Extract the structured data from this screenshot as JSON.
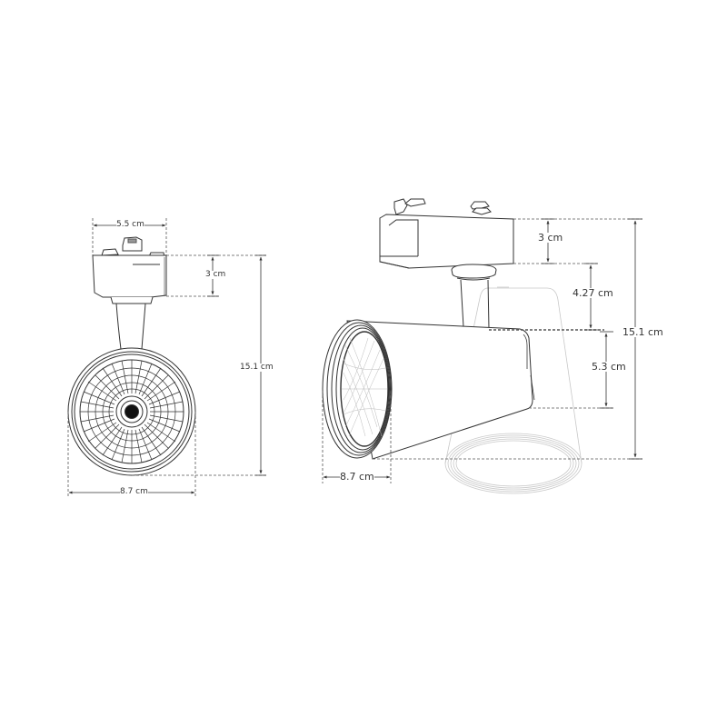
{
  "diagram": {
    "type": "technical-dimension-drawing",
    "subject": "LED track spotlight",
    "views": [
      {
        "name": "front-view",
        "dimensions": {
          "adapter_width": "5.5 cm",
          "adapter_height": "3 cm",
          "total_height": "15.1 cm",
          "head_diameter": "8.7 cm"
        }
      },
      {
        "name": "side-view",
        "dimensions": {
          "adapter_height": "3 cm",
          "stem_height": "4.27 cm",
          "body_height": "5.3 cm",
          "total_height": "15.1 cm",
          "head_depth": "8.7 cm"
        }
      }
    ]
  },
  "colors": {
    "line": "#333333",
    "dash": "#555555",
    "ghost": "#c8c8c8",
    "background": "#ffffff"
  }
}
